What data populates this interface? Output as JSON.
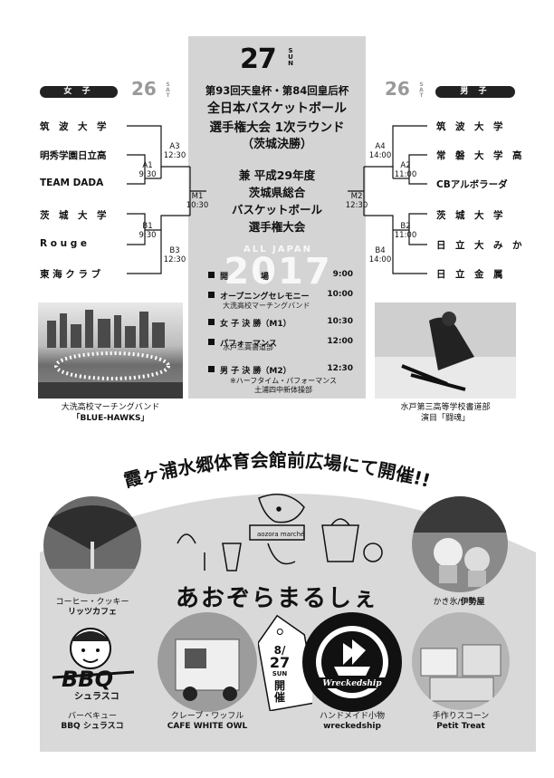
{
  "header": {
    "date_num": "27",
    "date_day": "SUN",
    "title_line1": "第93回天皇杯・第84回皇后杯",
    "title_line2": "全日本バスケットボール",
    "title_line3": "選手権大会 1次ラウンド",
    "title_line4": "（茨城決勝）",
    "sub_line1": "兼 平成29年度",
    "sub_line2": "茨城県総合",
    "sub_line3": "バスケットボール",
    "sub_line4": "選手権大会",
    "watermark_small": "ALL JAPAN",
    "watermark_year": "2017"
  },
  "schedule": [
    {
      "label": "開　　　　場",
      "time": "9:00"
    },
    {
      "label": "オープニングセレモニー",
      "time": "10:00",
      "sub": "大洗高校マーチングバンド"
    },
    {
      "label": "女 子 決 勝（M1）",
      "time": "10:30"
    },
    {
      "label": "パフォーマンス",
      "time": "12:00",
      "sub": "水戸三高書道部"
    },
    {
      "label": "男 子 決 勝（M2）",
      "time": "12:30"
    }
  ],
  "schedule_note_1": "※ハーフタイム・パフォーマンス",
  "schedule_note_2": "土浦四中新体操部",
  "women": {
    "pill": "女 子",
    "day": "26",
    "day_label": "SAT",
    "teams": [
      "筑　波　大　学",
      "明秀学園日立高",
      "TEAM DADA",
      "茨　城　大　学",
      "R o u g e",
      "東 海 ク ラ ブ"
    ],
    "matches": {
      "A1": {
        "name": "A1",
        "time": "9:30"
      },
      "A3": {
        "name": "A3",
        "time": "12:30"
      },
      "B1": {
        "name": "B1",
        "time": "9:30"
      },
      "B3": {
        "name": "B3",
        "time": "12:30"
      },
      "M1": {
        "name": "M1",
        "time": "10:30"
      }
    }
  },
  "men": {
    "pill": "男 子",
    "day": "26",
    "day_label": "SAT",
    "teams": [
      "筑　波　大　学",
      "常　磐　大　学　高",
      "CBアルボラーダ",
      "茨　城　大　学",
      "日　立　大　み　か",
      "日　立　金　属"
    ],
    "matches": {
      "A2": {
        "name": "A2",
        "time": "11:00"
      },
      "A4": {
        "name": "A4",
        "time": "14:00"
      },
      "B2": {
        "name": "B2",
        "time": "11:00"
      },
      "B4": {
        "name": "B4",
        "time": "14:00"
      },
      "M2": {
        "name": "M2",
        "time": "12:30"
      }
    }
  },
  "photo_captions": {
    "left_1": "大洗高校マーチングバンド",
    "left_2": "「BLUE-HAWKS」",
    "right_1": "水戸第三高等学校書道部",
    "right_2": "演目「闘魂」"
  },
  "venue_title": "霞ヶ浦水郷体育会館前広場にて開催!!",
  "market": {
    "title": "あおぞらまるしぇ",
    "logo_text": "aozora marché",
    "tag_line1": "8/",
    "tag_line2": "27",
    "tag_line3": "SUN",
    "tag_line4": "開",
    "tag_line5": "催"
  },
  "stalls": [
    {
      "type": "コーヒー・クッキー",
      "name": "リッツカフェ"
    },
    {
      "type": "かき氷",
      "name": "伊勢屋"
    },
    {
      "type": "バーベキュー",
      "name": "BBQ シュラスコ"
    },
    {
      "type": "クレープ・ワッフル",
      "name": "CAFE WHITE OWL"
    },
    {
      "type": "ハンドメイド小物",
      "name": "wreckedship"
    },
    {
      "type": "手作りスコーン",
      "name": "Petit Treat"
    }
  ],
  "logo_bbq_big": "BBQ",
  "logo_bbq_small": "シュラスコ",
  "logo_wreck": "Wreckedship",
  "separator_slash": "/"
}
